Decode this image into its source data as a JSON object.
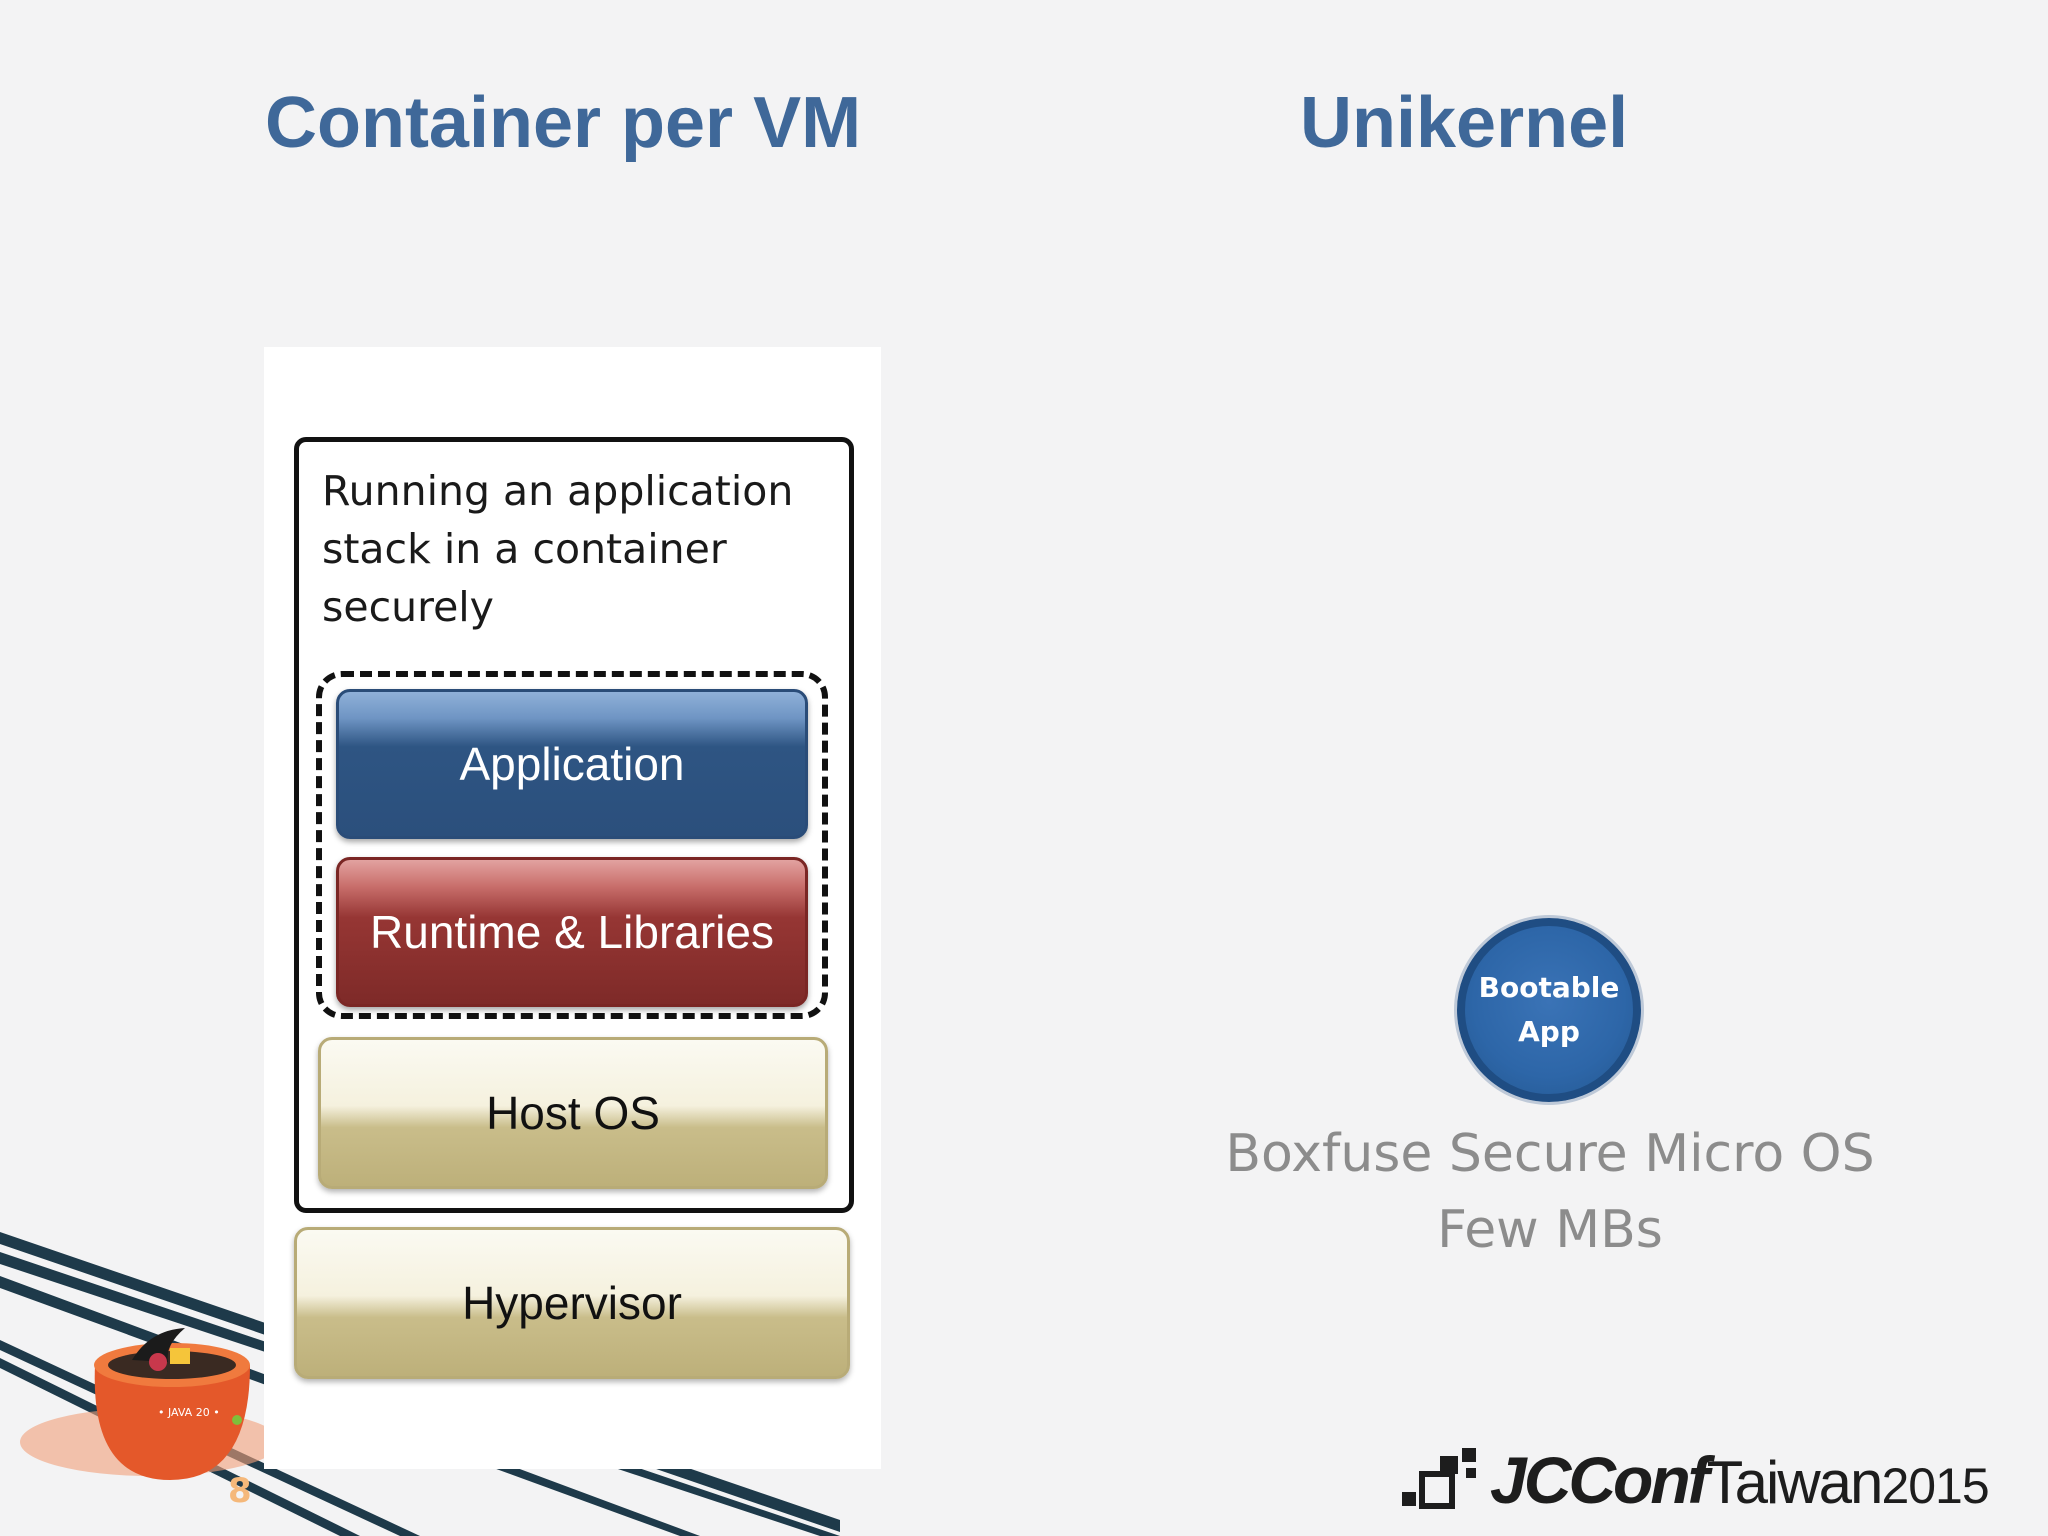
{
  "slide": {
    "left_heading": "Container per VM",
    "right_heading": "Unikernel"
  },
  "container_diagram": {
    "caption": "Running an application\nstack in a container\nsecurely",
    "layers": {
      "application": "Application",
      "runtime": "Runtime & Libraries",
      "host_os": "Host OS",
      "hypervisor": "Hypervisor"
    },
    "colors": {
      "application": "#2e5583",
      "runtime": "#963634",
      "host_os": "#c9bd8a",
      "hypervisor": "#c9bd8a"
    }
  },
  "unikernel": {
    "circle_label": "Bootable\nApp",
    "os_name": "Boxfuse Secure Micro OS",
    "os_size": "Few MBs",
    "circle_color": "#2d66a8"
  },
  "branding": {
    "brand": "JCConf",
    "country": "Taiwan",
    "year": "2015",
    "mascot_badge": "• JAVA 20 •",
    "heading_color": "#3f6899"
  }
}
